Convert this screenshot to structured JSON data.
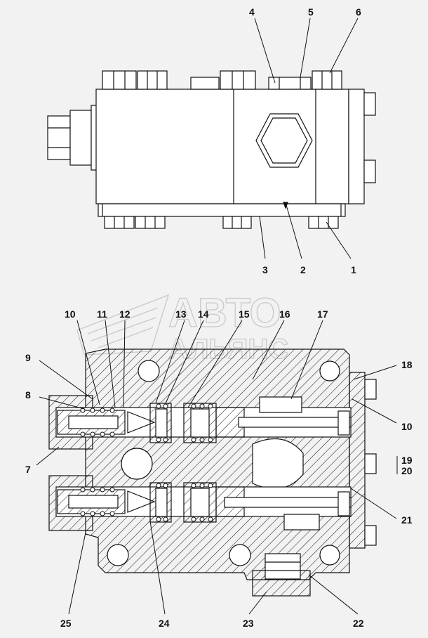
{
  "watermark": {
    "line1": "АВТО",
    "line2": "АЛЬЯНС"
  },
  "top_view": {
    "callouts": {
      "c1": "1",
      "c2": "2",
      "c3": "3",
      "c4": "4",
      "c5": "5",
      "c6": "6"
    }
  },
  "section_view": {
    "callouts": {
      "c7": "7",
      "c8": "8",
      "c9": "9",
      "c10a": "10",
      "c10b": "10",
      "c11": "11",
      "c12": "12",
      "c13": "13",
      "c14": "14",
      "c15": "15",
      "c16": "16",
      "c17": "17",
      "c18": "18",
      "c19": "19",
      "c20": "20",
      "c21": "21",
      "c22": "22",
      "c23": "23",
      "c24": "24",
      "c25": "25"
    }
  },
  "colors": {
    "line": "#111111",
    "background": "#f2f2f2",
    "fill": "#ffffff",
    "watermark": "#c9c9c9"
  }
}
